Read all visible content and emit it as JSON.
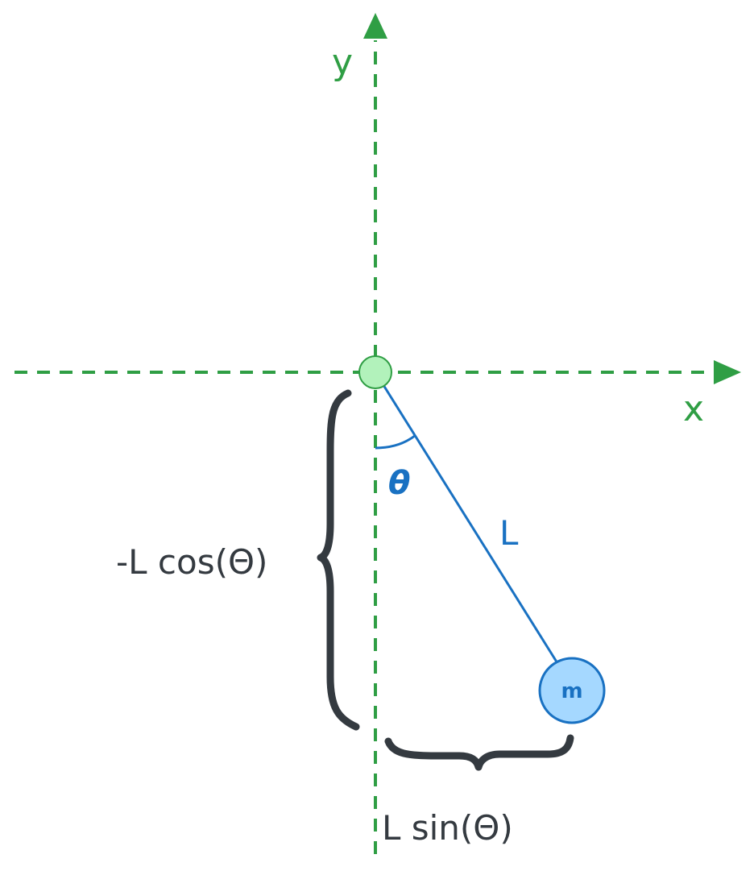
{
  "axes": {
    "x_label": "x",
    "y_label": "y",
    "color": "#2f9e44"
  },
  "pendulum": {
    "pivot_color": "#b2f2bb",
    "rod_color": "#1971c2",
    "angle_symbol": "θ",
    "length_label": "L",
    "mass_label": "m",
    "mass_color": "#a5d8ff"
  },
  "braces": {
    "vertical_label": "-L cos(Θ)",
    "horizontal_label": "L sin(Θ)",
    "color": "#343a40"
  }
}
